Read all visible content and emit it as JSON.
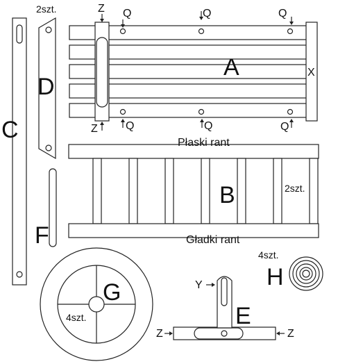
{
  "parts": {
    "A": {
      "letter": "A",
      "mark_x": "X"
    },
    "B": {
      "letter": "B",
      "count": "2szt.",
      "top_label": "Płaski rant",
      "bottom_label": "Gładki rant"
    },
    "C": {
      "letter": "C"
    },
    "D": {
      "letter": "D",
      "count": "2szt."
    },
    "E": {
      "letter": "E",
      "mark_y": "Y",
      "mark_z_left": "Z",
      "mark_z_right": "Z"
    },
    "F": {
      "letter": "F"
    },
    "G": {
      "letter": "G",
      "count": "4szt."
    },
    "H": {
      "letter": "H",
      "count": "4szt."
    }
  },
  "markers": {
    "z_top": "Z",
    "z_bottom": "Z",
    "q_labels": [
      "Q",
      "Q",
      "Q",
      "Q",
      "Q",
      "Q"
    ]
  }
}
